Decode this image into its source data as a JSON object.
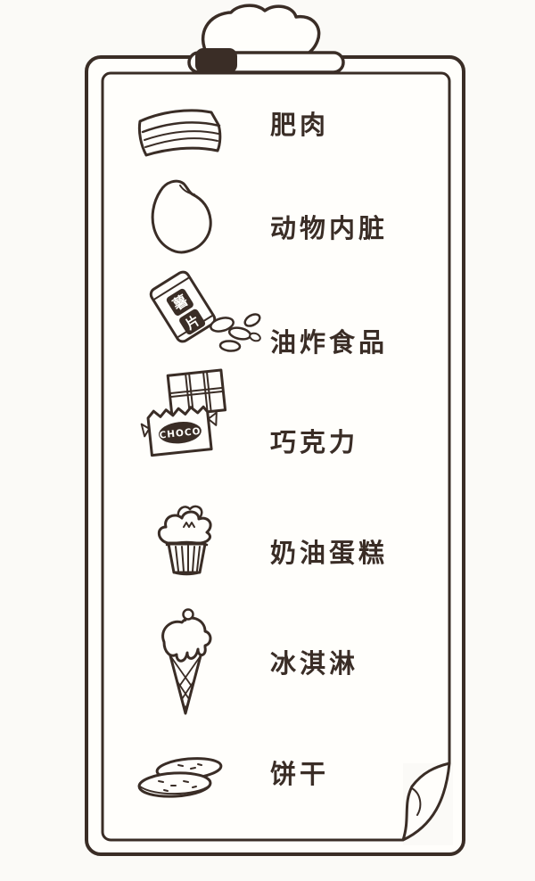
{
  "colors": {
    "ink": "#3a2d26",
    "paper": "#ffffff"
  },
  "items": [
    {
      "label": "肥肉",
      "icon": "fatty-meat-icon"
    },
    {
      "label": "动物内脏",
      "icon": "animal-organ-icon"
    },
    {
      "label": "油炸食品",
      "icon": "fried-food-icon",
      "bag_chars": [
        "薯",
        "片"
      ]
    },
    {
      "label": "巧克力",
      "icon": "chocolate-bar-icon",
      "wrapper_text": "CHOCO"
    },
    {
      "label": "奶油蛋糕",
      "icon": "cream-cake-icon"
    },
    {
      "label": "冰淇淋",
      "icon": "ice-cream-icon"
    },
    {
      "label": "饼干",
      "icon": "biscuit-icon"
    }
  ]
}
